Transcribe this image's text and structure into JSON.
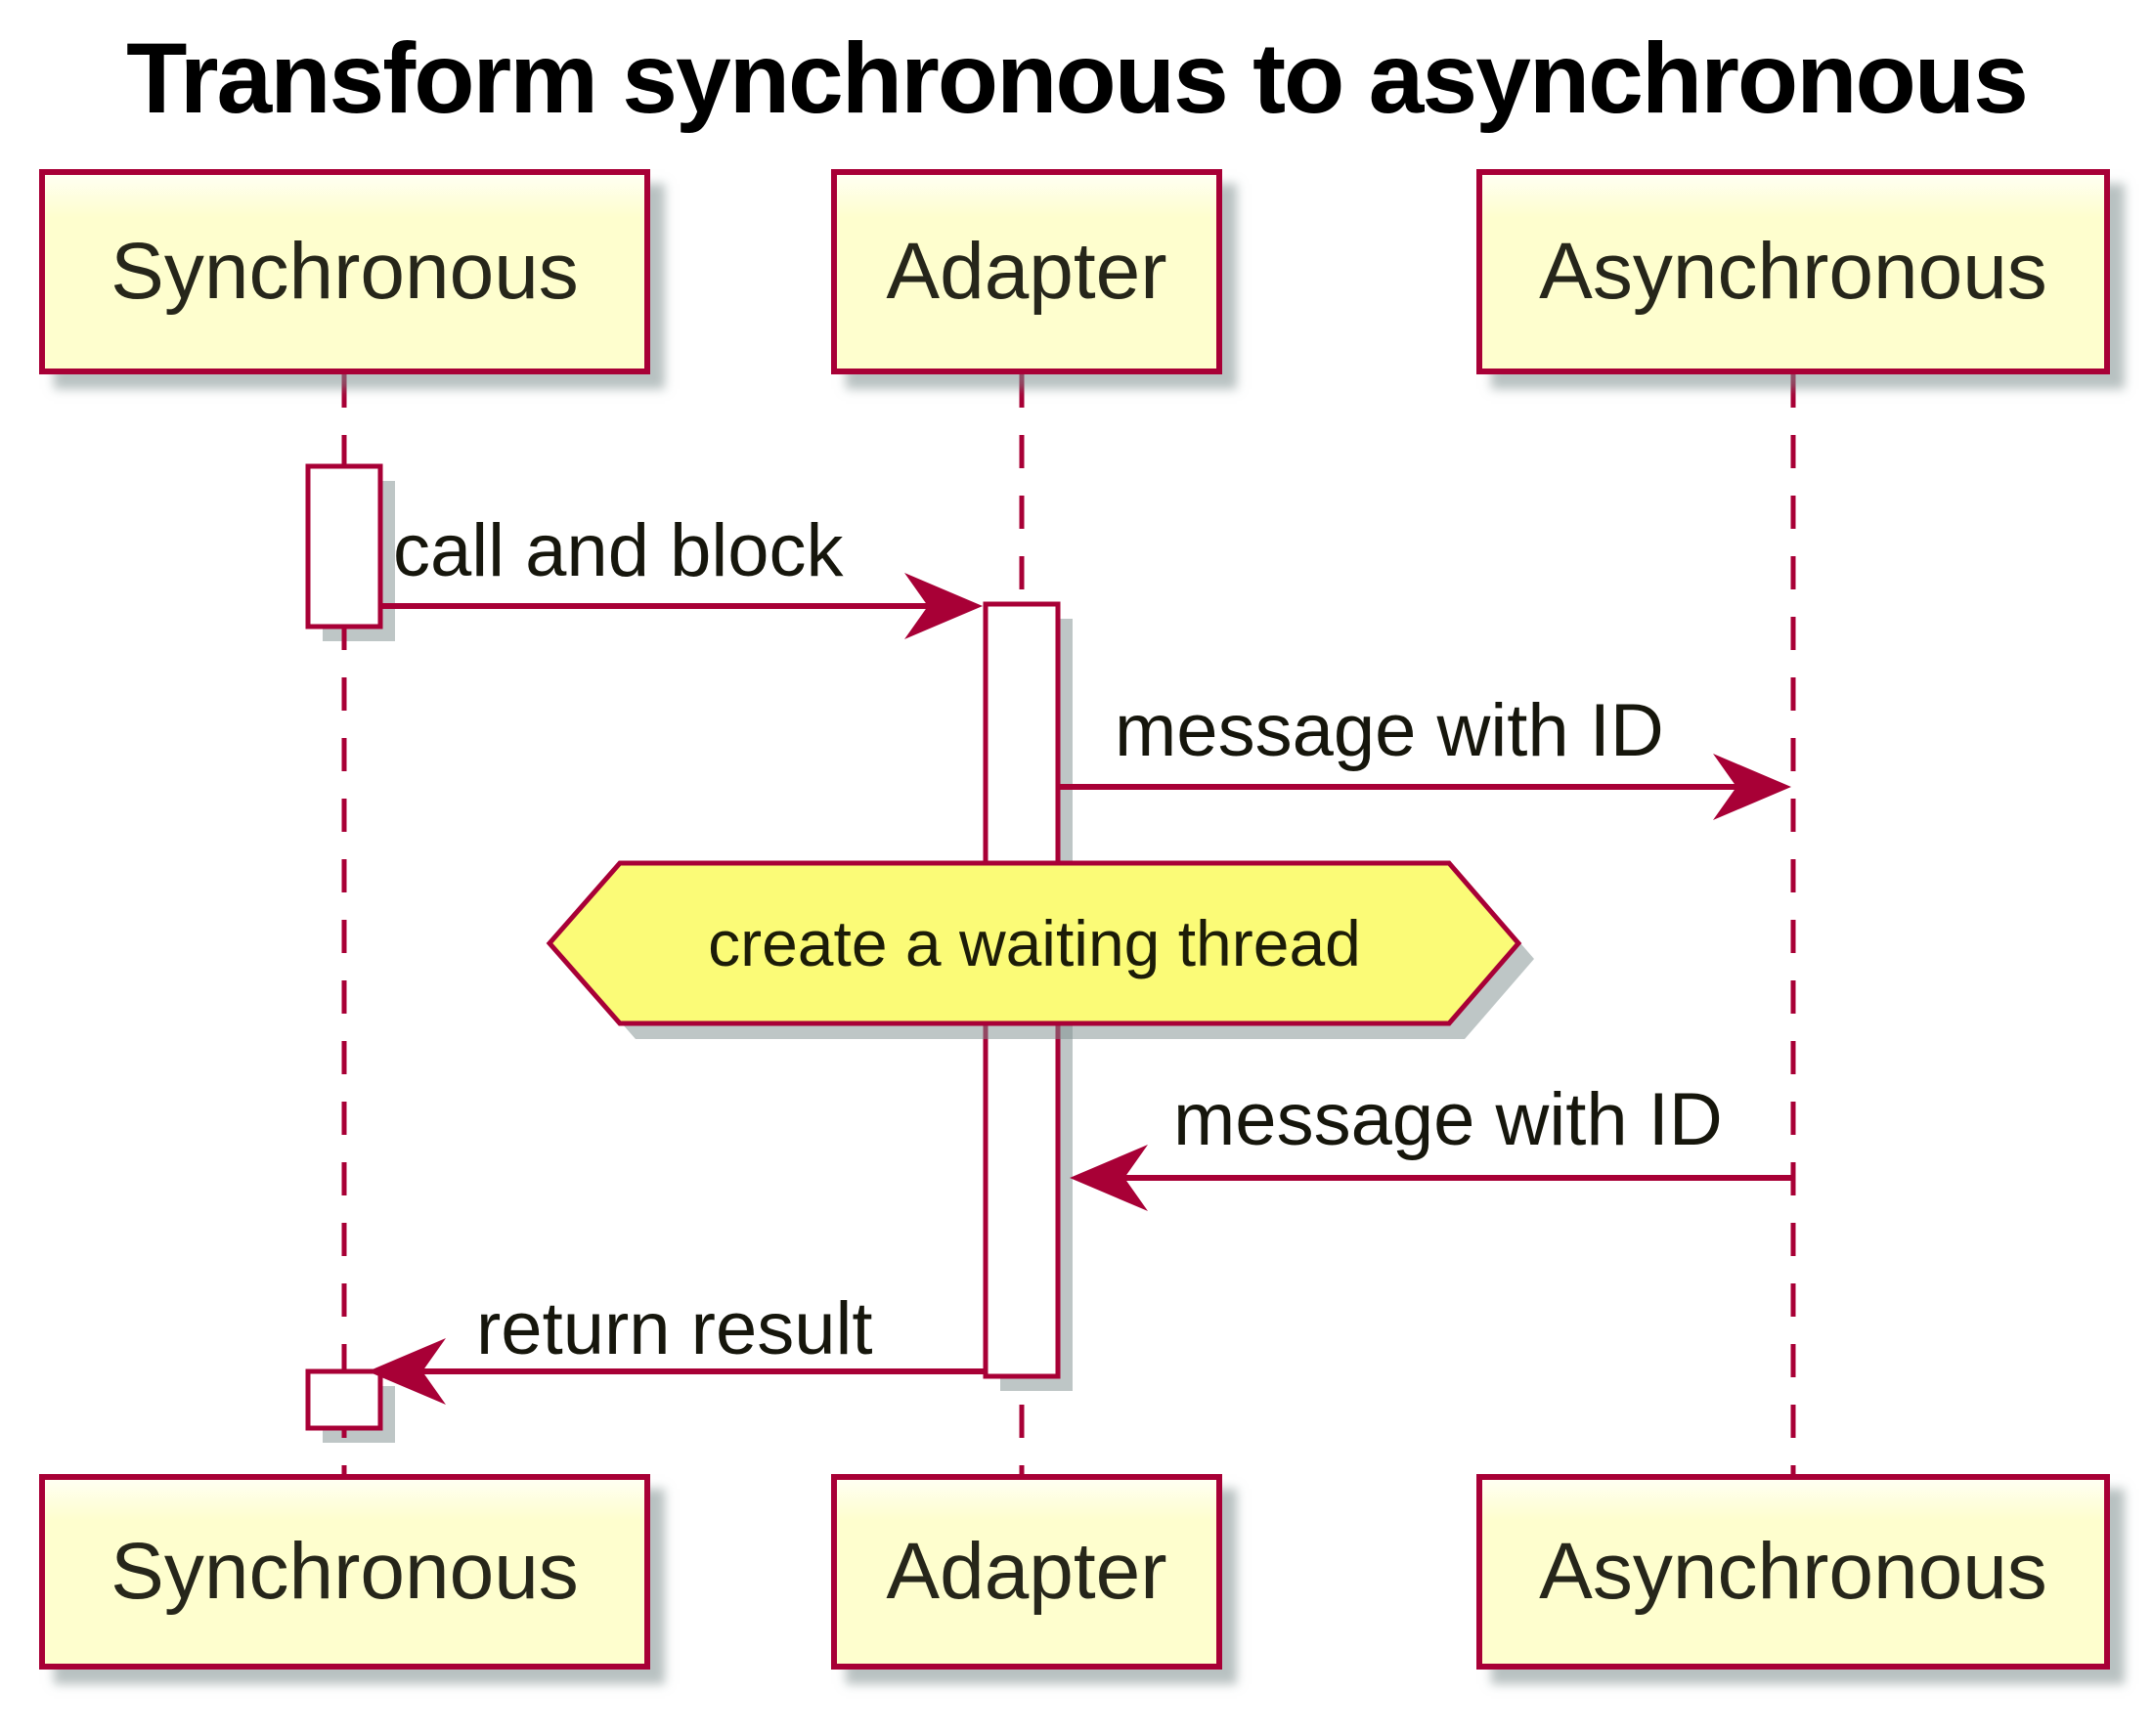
{
  "title": "Transform synchronous to asynchronous",
  "participants": [
    {
      "id": "synchronous",
      "name": "Synchronous"
    },
    {
      "id": "adapter",
      "name": "Adapter"
    },
    {
      "id": "asynchronous",
      "name": "Asynchronous"
    }
  ],
  "messages": [
    {
      "label": "call and block",
      "from": "Synchronous",
      "to": "Adapter",
      "direction": "right"
    },
    {
      "label": "message with ID",
      "from": "Adapter",
      "to": "Asynchronous",
      "direction": "right"
    },
    {
      "label": "message with ID",
      "from": "Asynchronous",
      "to": "Adapter",
      "direction": "left"
    },
    {
      "label": "return result",
      "from": "Adapter",
      "to": "Synchronous",
      "direction": "left"
    }
  ],
  "note": {
    "label": "create a waiting thread",
    "shape": "hexagon",
    "over": "Adapter"
  },
  "colors": {
    "accent": "#a80036",
    "participant_fill": "#fefece",
    "note_fill": "#fbfb77",
    "activation_fill": "#ffffff",
    "shadow": "#7d8e8e",
    "text": "#16160c",
    "title_color": "#000000"
  }
}
